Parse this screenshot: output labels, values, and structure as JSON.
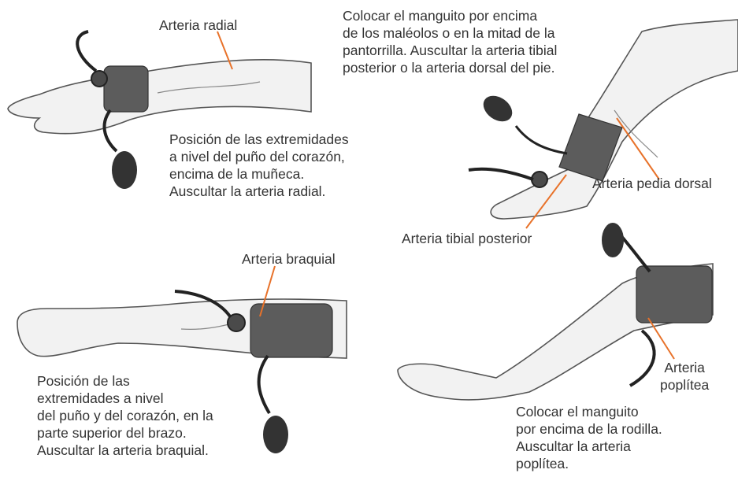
{
  "labels": {
    "radial": "Arteria radial",
    "braquial": "Arteria braquial",
    "pedia": "Arteria pedia dorsal",
    "tibial": "Arteria tibial posterior",
    "poplitea": [
      "Arteria",
      "poplítea"
    ]
  },
  "notes": {
    "wrist": [
      "Posición de las extremidades",
      "a nivel del puño del corazón,",
      "encima de la muñeca.",
      "Auscultar la arteria radial."
    ],
    "ankle": [
      "Colocar el manguito por encima",
      "de los maléolos o en la mitad de la",
      "pantorrilla. Auscultar la arteria tibial",
      "posterior o la arteria dorsal del pie."
    ],
    "arm": [
      "Posición de las",
      "extremidades a nivel",
      "del puño y del corazón, en la",
      "parte superior del brazo.",
      "Auscultar la arteria braquial."
    ],
    "knee": [
      "Colocar el manguito",
      "por encima de la rodilla.",
      "Auscultar la arteria",
      "poplítea."
    ]
  },
  "colors": {
    "text": "#333333",
    "leader": "#e8722a",
    "cuff": "#5c5c5c",
    "skin": "#f2f2f2",
    "outline": "#555555"
  }
}
